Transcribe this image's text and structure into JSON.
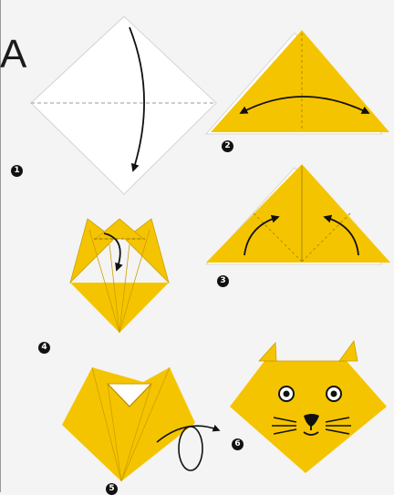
{
  "header": {
    "letter": "A"
  },
  "steps": [
    {
      "number": "1"
    },
    {
      "number": "2"
    },
    {
      "number": "3"
    },
    {
      "number": "4"
    },
    {
      "number": "5"
    },
    {
      "number": "6"
    }
  ],
  "colors": {
    "paper_front": "#ffffff",
    "paper_yellow": "#f5c400",
    "paper_shadow": "#d9a800",
    "outline": "#d8d8d8",
    "ink": "#111111",
    "background": "#f4f4f4"
  }
}
